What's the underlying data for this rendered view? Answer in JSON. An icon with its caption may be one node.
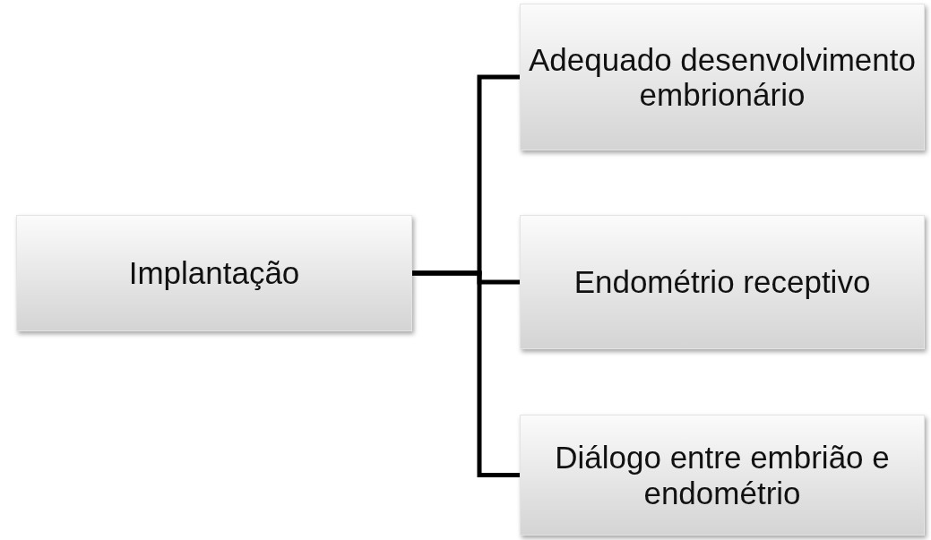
{
  "diagram": {
    "nodes": [
      {
        "text": [
          "Implantação"
        ]
      },
      {
        "text": [
          "Adequado desenvolvimento embrionário"
        ]
      },
      {
        "text": [
          "Endométrio receptivo"
        ]
      },
      {
        "text": [
          "Diálogo entre embrião e endométrio"
        ]
      }
    ],
    "edges": [
      {
        "from": 0,
        "to": 1,
        "arrow": "none"
      },
      {
        "from": 0,
        "to": 2,
        "arrow": "none"
      },
      {
        "from": 0,
        "to": 3,
        "arrow": "none"
      }
    ]
  }
}
